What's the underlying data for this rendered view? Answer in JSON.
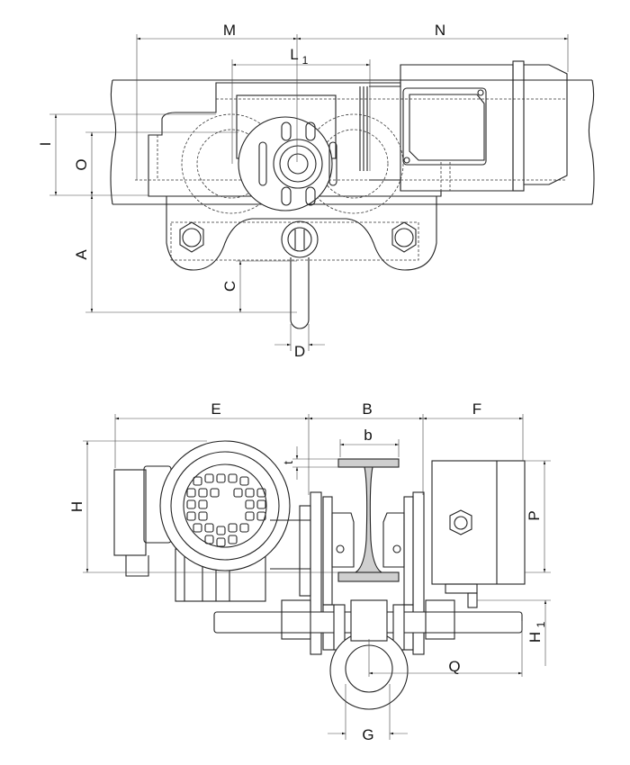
{
  "top_view": {
    "labels": {
      "M": "M",
      "N": "N",
      "L1": "L",
      "L1_sub": "1",
      "I": "I",
      "O": "O",
      "A": "A",
      "C": "C",
      "D": "D"
    }
  },
  "side_view": {
    "labels": {
      "E": "E",
      "B": "B",
      "F": "F",
      "b": "b",
      "t": "t",
      "H": "H",
      "P": "P",
      "H1": "H",
      "H1_sub": "1",
      "Q": "Q",
      "G": "G"
    }
  }
}
